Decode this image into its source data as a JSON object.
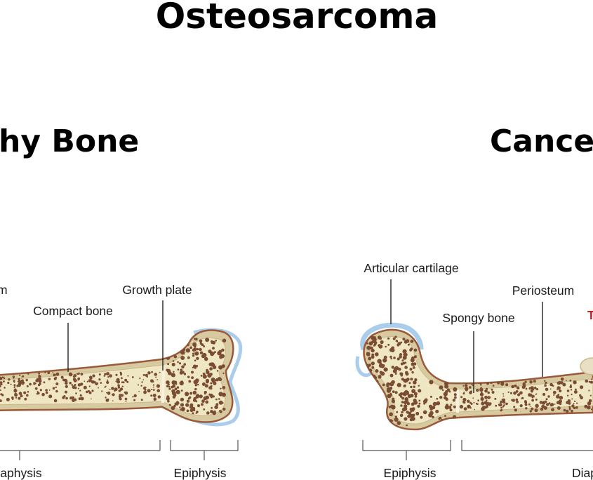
{
  "title": "Osteosarcoma",
  "panels": {
    "healthy": {
      "heading": "hy Bone",
      "labels": {
        "periosteum_fragment": "m",
        "compact_bone": "Compact bone",
        "growth_plate": "Growth plate",
        "diaphysis_fragment": "iaphysis",
        "epiphysis": "Epiphysis"
      }
    },
    "cancer": {
      "heading": "Cancer",
      "labels": {
        "articular_cartilage": "Articular cartilage",
        "spongy_bone": "Spongy bone",
        "periosteum": "Periosteum",
        "tumor_fragment": "T",
        "epiphysis": "Epiphysis",
        "diaphysis_fragment": "Diap"
      }
    }
  },
  "colors": {
    "bone_cortex": "#d7c9a0",
    "bone_outline": "#9a5a3a",
    "marrow": "#efe6c3",
    "pore": "#7a4d33",
    "cartilage": "#a9cdea",
    "tumor_label": "#e01616"
  }
}
